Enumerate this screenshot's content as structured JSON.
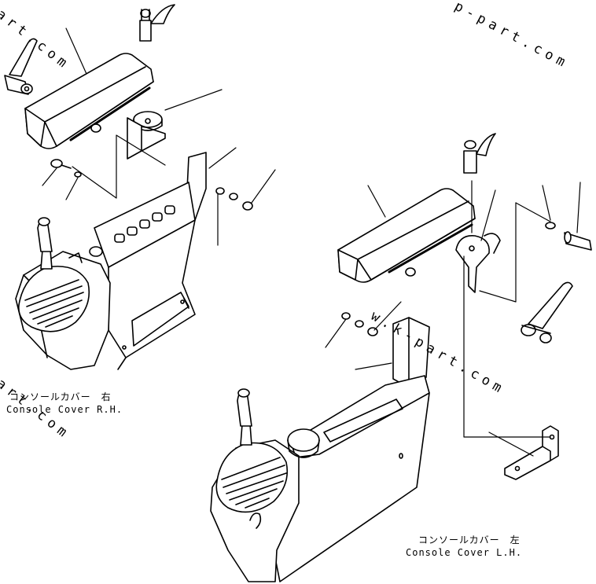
{
  "labels": {
    "rh_jp": "コンソールカバー　右",
    "rh_en": "Console Cover R.H.",
    "lh_jp": "コンソールカバー　左",
    "lh_en": "Console Cover L.H."
  },
  "watermarks": {
    "wm1": "art.com",
    "wm2": "p-part.com",
    "wm3": "w.k-part.com",
    "wm4": "art.com"
  }
}
